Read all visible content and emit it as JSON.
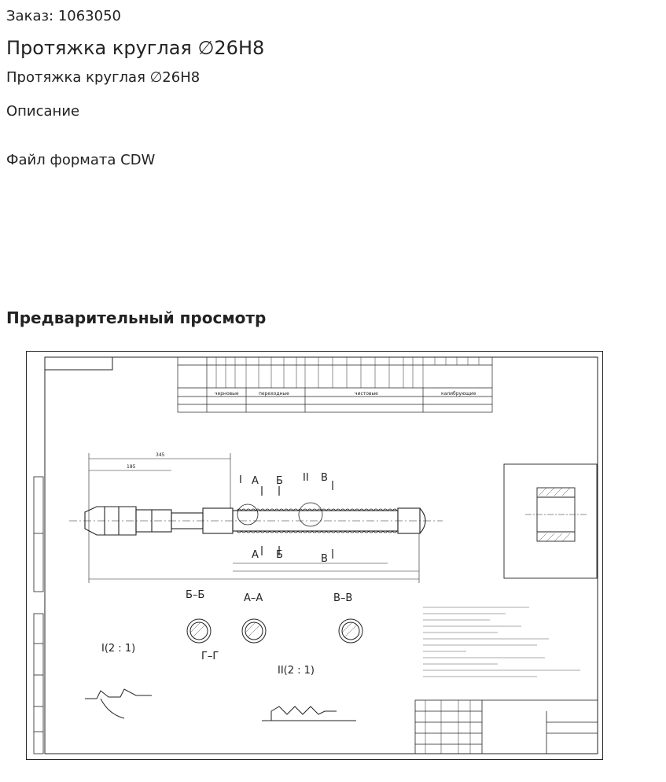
{
  "order": {
    "text": "Заказ: 1063050"
  },
  "product": {
    "title": "Протяжка круглая ∅26H8",
    "subtitle": "Протяжка круглая ∅26H8",
    "description_label": "Описание",
    "file_format": "Файл формата CDW"
  },
  "preview": {
    "heading": "Предварительный просмотр",
    "drawing": {
      "section_bb": "Б–Б",
      "section_aa": "А–А",
      "section_vv": "В–В",
      "section_gg": "Г–Г",
      "view_2_1_left": "I(2 : 1)",
      "view_2_1_right": "II(2 : 1)",
      "mark_A": "А",
      "mark_B": "Б",
      "mark_V": "В",
      "mark_I": "I",
      "mark_II": "II",
      "dim_345": "345",
      "dim_185": "185",
      "table_head_1": "черновые",
      "table_head_2": "переходные",
      "table_head_3": "чистовые",
      "table_head_4": "калибрующие"
    }
  }
}
